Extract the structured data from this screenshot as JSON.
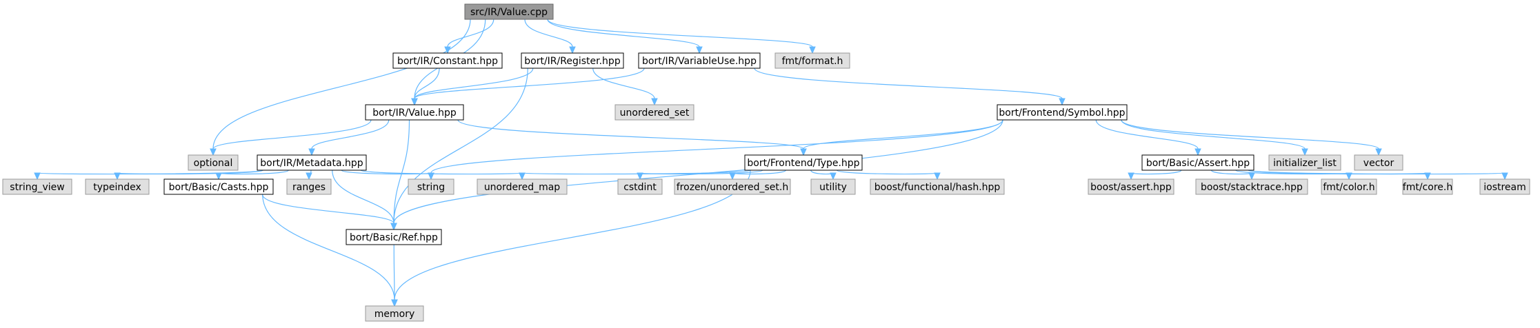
{
  "title": "",
  "colors": {
    "edge": "#63b8ff",
    "root_fill": "#999999",
    "root_stroke": "#666666",
    "internal_fill": "#ffffff",
    "internal_stroke": "#000000",
    "system_fill": "#e0e0e0",
    "system_stroke": "#999999"
  },
  "nodes": [
    {
      "id": "root",
      "label": "src/IR/Value.cpp",
      "kind": "root"
    },
    {
      "id": "constant",
      "label": "bort/IR/Constant.hpp",
      "kind": "internal"
    },
    {
      "id": "register",
      "label": "bort/IR/Register.hpp",
      "kind": "internal"
    },
    {
      "id": "varuse",
      "label": "bort/IR/VariableUse.hpp",
      "kind": "internal"
    },
    {
      "id": "fmtformat",
      "label": "fmt/format.h",
      "kind": "system"
    },
    {
      "id": "value",
      "label": "bort/IR/Value.hpp",
      "kind": "internal"
    },
    {
      "id": "unordered_set",
      "label": "unordered_set",
      "kind": "system"
    },
    {
      "id": "symbol",
      "label": "bort/Frontend/Symbol.hpp",
      "kind": "internal"
    },
    {
      "id": "optional",
      "label": "optional",
      "kind": "system"
    },
    {
      "id": "metadata",
      "label": "bort/IR/Metadata.hpp",
      "kind": "internal"
    },
    {
      "id": "type",
      "label": "bort/Frontend/Type.hpp",
      "kind": "internal"
    },
    {
      "id": "assert",
      "label": "bort/Basic/Assert.hpp",
      "kind": "internal"
    },
    {
      "id": "init_list",
      "label": "initializer_list",
      "kind": "system"
    },
    {
      "id": "vector",
      "label": "vector",
      "kind": "system"
    },
    {
      "id": "string_view",
      "label": "string_view",
      "kind": "system"
    },
    {
      "id": "typeindex",
      "label": "typeindex",
      "kind": "system"
    },
    {
      "id": "casts",
      "label": "bort/Basic/Casts.hpp",
      "kind": "internal"
    },
    {
      "id": "ranges",
      "label": "ranges",
      "kind": "system"
    },
    {
      "id": "string",
      "label": "string",
      "kind": "system"
    },
    {
      "id": "unordered_map",
      "label": "unordered_map",
      "kind": "system"
    },
    {
      "id": "cstdint",
      "label": "cstdint",
      "kind": "system"
    },
    {
      "id": "frozen",
      "label": "frozen/unordered_set.h",
      "kind": "system"
    },
    {
      "id": "utility",
      "label": "utility",
      "kind": "system"
    },
    {
      "id": "boosthash",
      "label": "boost/functional/hash.hpp",
      "kind": "system"
    },
    {
      "id": "boostassert",
      "label": "boost/assert.hpp",
      "kind": "system"
    },
    {
      "id": "stacktrace",
      "label": "boost/stacktrace.hpp",
      "kind": "system"
    },
    {
      "id": "fmtcolor",
      "label": "fmt/color.h",
      "kind": "system"
    },
    {
      "id": "fmtcore",
      "label": "fmt/core.h",
      "kind": "system"
    },
    {
      "id": "iostream",
      "label": "iostream",
      "kind": "system"
    },
    {
      "id": "ref",
      "label": "bort/Basic/Ref.hpp",
      "kind": "internal"
    },
    {
      "id": "memory",
      "label": "memory",
      "kind": "system"
    }
  ],
  "edges": [
    [
      "root",
      "constant"
    ],
    [
      "root",
      "register"
    ],
    [
      "root",
      "varuse"
    ],
    [
      "root",
      "fmtformat"
    ],
    [
      "root",
      "value"
    ],
    [
      "root",
      "optional"
    ],
    [
      "constant",
      "value"
    ],
    [
      "register",
      "value"
    ],
    [
      "register",
      "unordered_set"
    ],
    [
      "register",
      "ref"
    ],
    [
      "varuse",
      "value"
    ],
    [
      "varuse",
      "symbol"
    ],
    [
      "value",
      "optional"
    ],
    [
      "value",
      "metadata"
    ],
    [
      "value",
      "type"
    ],
    [
      "value",
      "ref"
    ],
    [
      "symbol",
      "type"
    ],
    [
      "symbol",
      "assert"
    ],
    [
      "symbol",
      "init_list"
    ],
    [
      "symbol",
      "vector"
    ],
    [
      "symbol",
      "string"
    ],
    [
      "symbol",
      "ref"
    ],
    [
      "metadata",
      "string_view"
    ],
    [
      "metadata",
      "typeindex"
    ],
    [
      "metadata",
      "casts"
    ],
    [
      "metadata",
      "ranges"
    ],
    [
      "metadata",
      "string"
    ],
    [
      "metadata",
      "unordered_map"
    ],
    [
      "metadata",
      "ref"
    ],
    [
      "type",
      "unordered_map"
    ],
    [
      "type",
      "cstdint"
    ],
    [
      "type",
      "frozen"
    ],
    [
      "type",
      "utility"
    ],
    [
      "type",
      "boosthash"
    ],
    [
      "type",
      "memory"
    ],
    [
      "assert",
      "boostassert"
    ],
    [
      "assert",
      "stacktrace"
    ],
    [
      "assert",
      "fmtcolor"
    ],
    [
      "assert",
      "fmtcore"
    ],
    [
      "assert",
      "iostream"
    ],
    [
      "casts",
      "ref"
    ],
    [
      "casts",
      "memory"
    ],
    [
      "ref",
      "memory"
    ]
  ]
}
